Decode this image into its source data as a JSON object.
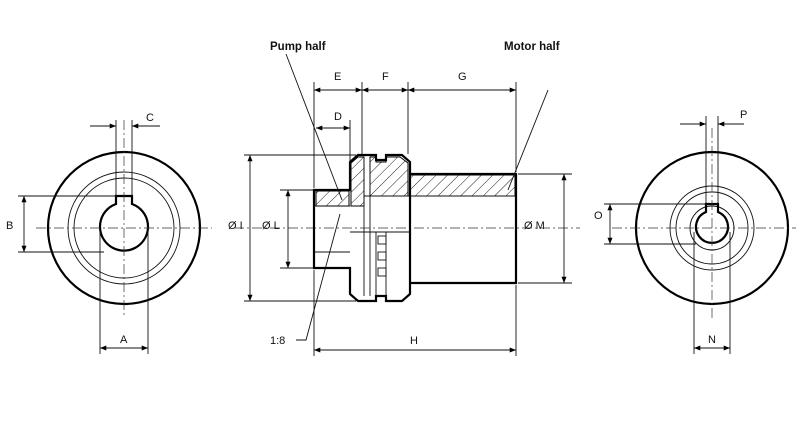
{
  "labels": {
    "pump_half": "Pump half",
    "motor_half": "Motor half",
    "ratio": "1:8",
    "A": "A",
    "B": "B",
    "C": "C",
    "D": "D",
    "E": "E",
    "F": "F",
    "G": "G",
    "H": "H",
    "dia_I": "Ø I",
    "dia_L": "Ø L",
    "dia_M": "Ø M",
    "N": "N",
    "O": "O",
    "P": "P"
  }
}
